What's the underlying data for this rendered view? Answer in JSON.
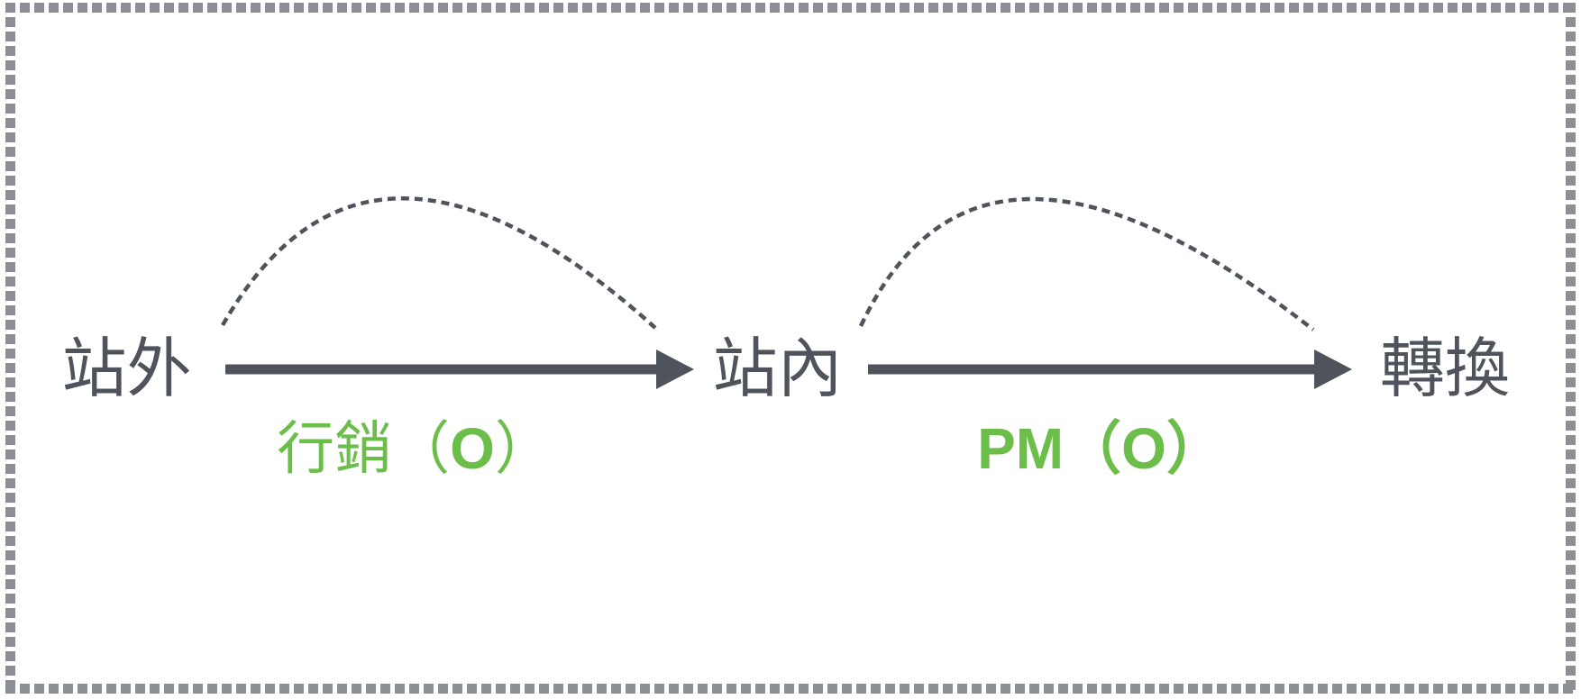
{
  "diagram": {
    "type": "flow",
    "nodes": [
      {
        "id": "offsite",
        "label": "站外"
      },
      {
        "id": "onsite",
        "label": "站內"
      },
      {
        "id": "conversion",
        "label": "轉換"
      }
    ],
    "edges": [
      {
        "from": "站外",
        "to": "站內",
        "label": "行銷（O）",
        "label_prefix": "行銷（",
        "label_bold": "O",
        "label_suffix": "）",
        "shape": "solid arrow with dashed arc above"
      },
      {
        "from": "站內",
        "to": "轉換",
        "label": "PM（O）",
        "shape": "solid arrow with dashed arc above"
      }
    ],
    "colors": {
      "node_text": "#4f545c",
      "arrow": "#4f545c",
      "dashed_arc": "#4f545c",
      "edge_label_green": "#6cbe4a",
      "border_dots": "#8c9096",
      "background": "#ffffff"
    }
  }
}
